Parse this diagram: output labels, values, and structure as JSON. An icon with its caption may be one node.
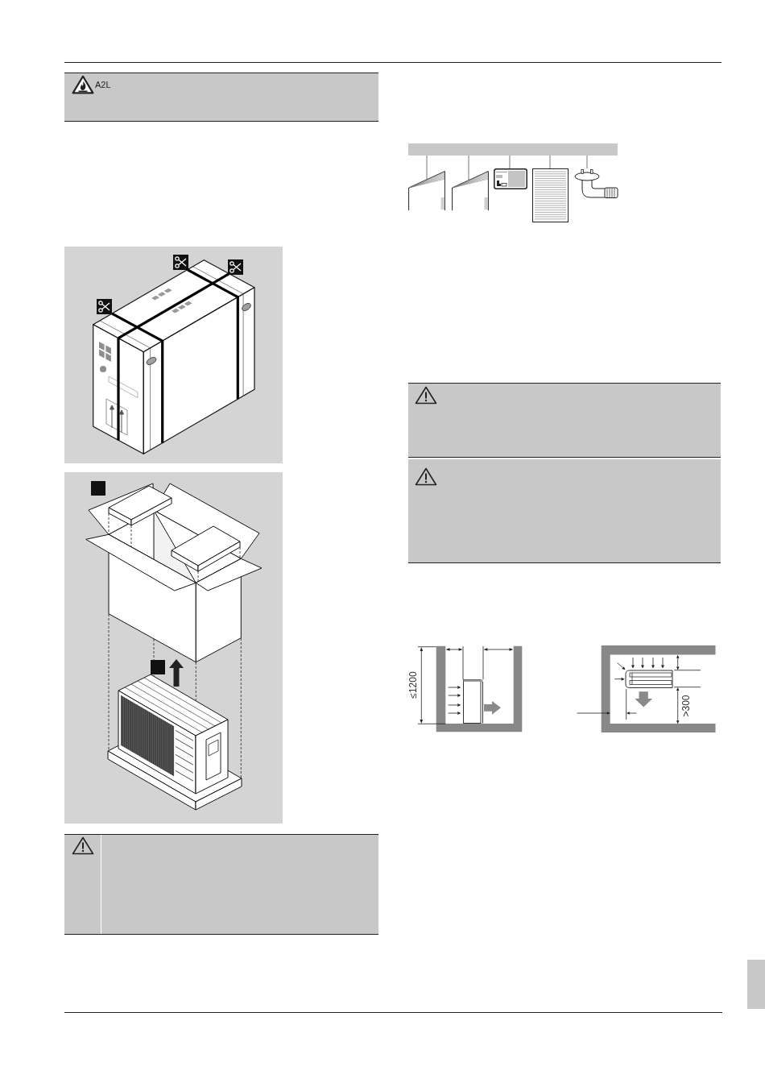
{
  "diagram": {
    "nodes": [
      {
        "text": [],
        "shape": "bar"
      },
      {
        "text": [],
        "shape": "picture"
      },
      {
        "text": [],
        "shape": "picture"
      },
      {
        "text": [],
        "shape": "picture"
      },
      {
        "text": [],
        "shape": "picture"
      },
      {
        "text": [],
        "shape": "picture"
      }
    ],
    "edges": [
      {
        "from": 0,
        "to": 1,
        "arrow": "none"
      },
      {
        "from": 0,
        "to": 2,
        "arrow": "none"
      },
      {
        "from": 0,
        "to": 3,
        "arrow": "none"
      },
      {
        "from": 0,
        "to": 4,
        "arrow": "none"
      },
      {
        "from": 0,
        "to": 5,
        "arrow": "none"
      }
    ],
    "labels": [
      "A2L",
      "≤1200",
      ">300"
    ]
  }
}
